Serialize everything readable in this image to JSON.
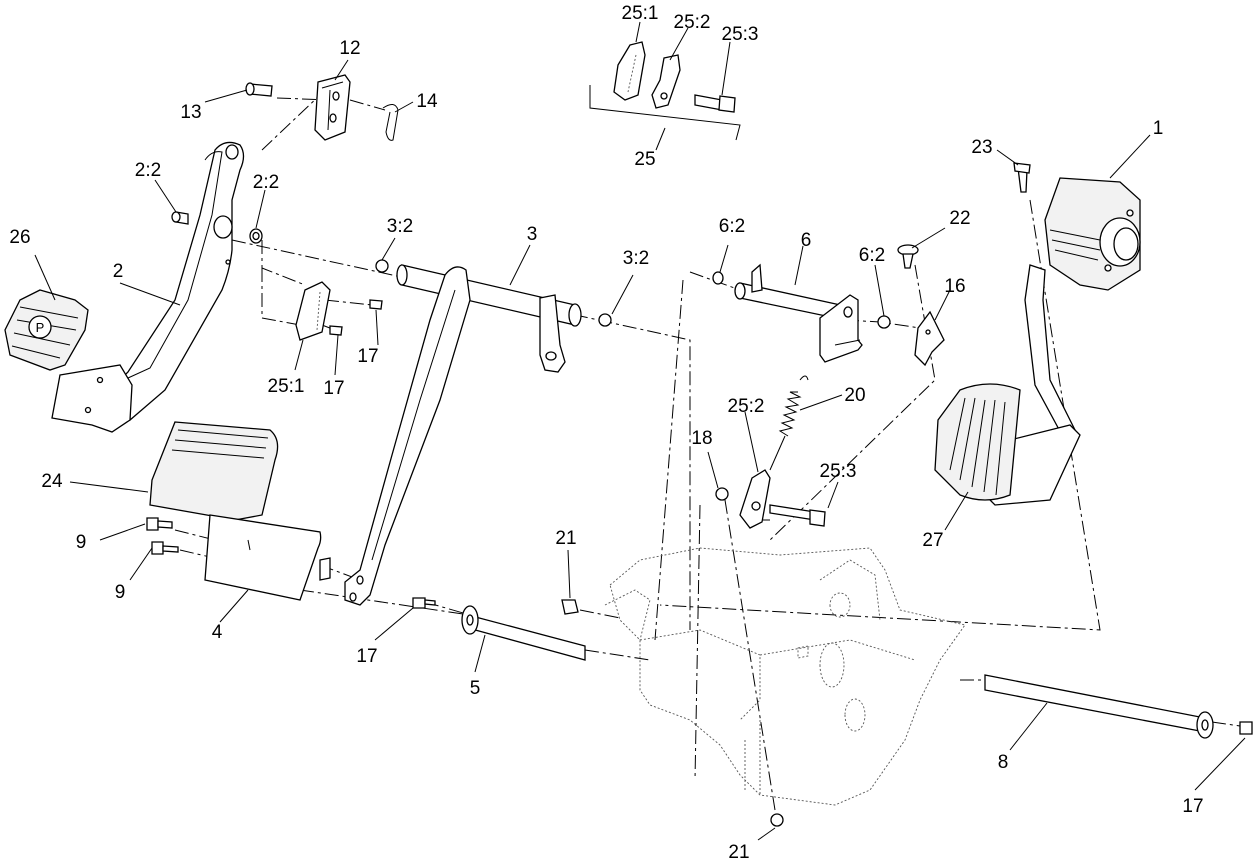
{
  "callouts": {
    "c1": "1",
    "c2": "2",
    "c2_2a": "2:2",
    "c2_2b": "2:2",
    "c3": "3",
    "c3_2a": "3:2",
    "c3_2b": "3:2",
    "c4": "4",
    "c5": "5",
    "c6": "6",
    "c6_2a": "6:2",
    "c6_2b": "6:2",
    "c8": "8",
    "c9a": "9",
    "c9b": "9",
    "c12": "12",
    "c13": "13",
    "c14": "14",
    "c16": "16",
    "c17a": "17",
    "c17b": "17",
    "c17c": "17",
    "c17d": "17",
    "c18": "18",
    "c20": "20",
    "c21a": "21",
    "c21b": "21",
    "c22": "22",
    "c23": "23",
    "c24": "24",
    "c25": "25",
    "c25_1a": "25:1",
    "c25_1b": "25:1",
    "c25_2a": "25:2",
    "c25_2b": "25:2",
    "c25_3a": "25:3",
    "c25_3b": "25:3",
    "c26": "26",
    "c27": "27"
  },
  "icons": {
    "park_brake_symbol": "P"
  }
}
